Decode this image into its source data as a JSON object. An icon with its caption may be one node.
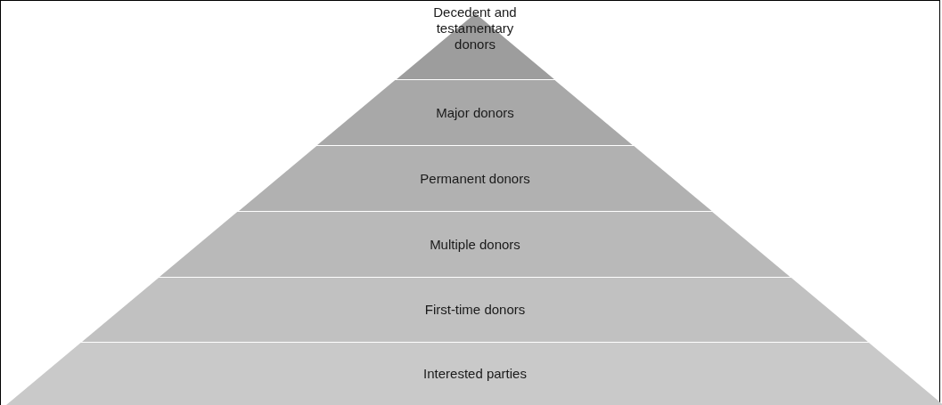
{
  "diagram": {
    "nodes": [
      {
        "text": [
          "Decedent and testamentary donors"
        ]
      },
      {
        "text": [
          "Major donors"
        ]
      },
      {
        "text": [
          "Permanent donors"
        ]
      },
      {
        "text": [
          "Multiple donors"
        ]
      },
      {
        "text": [
          "First-time donors"
        ]
      },
      {
        "text": [
          "Interested parties"
        ]
      }
    ]
  }
}
